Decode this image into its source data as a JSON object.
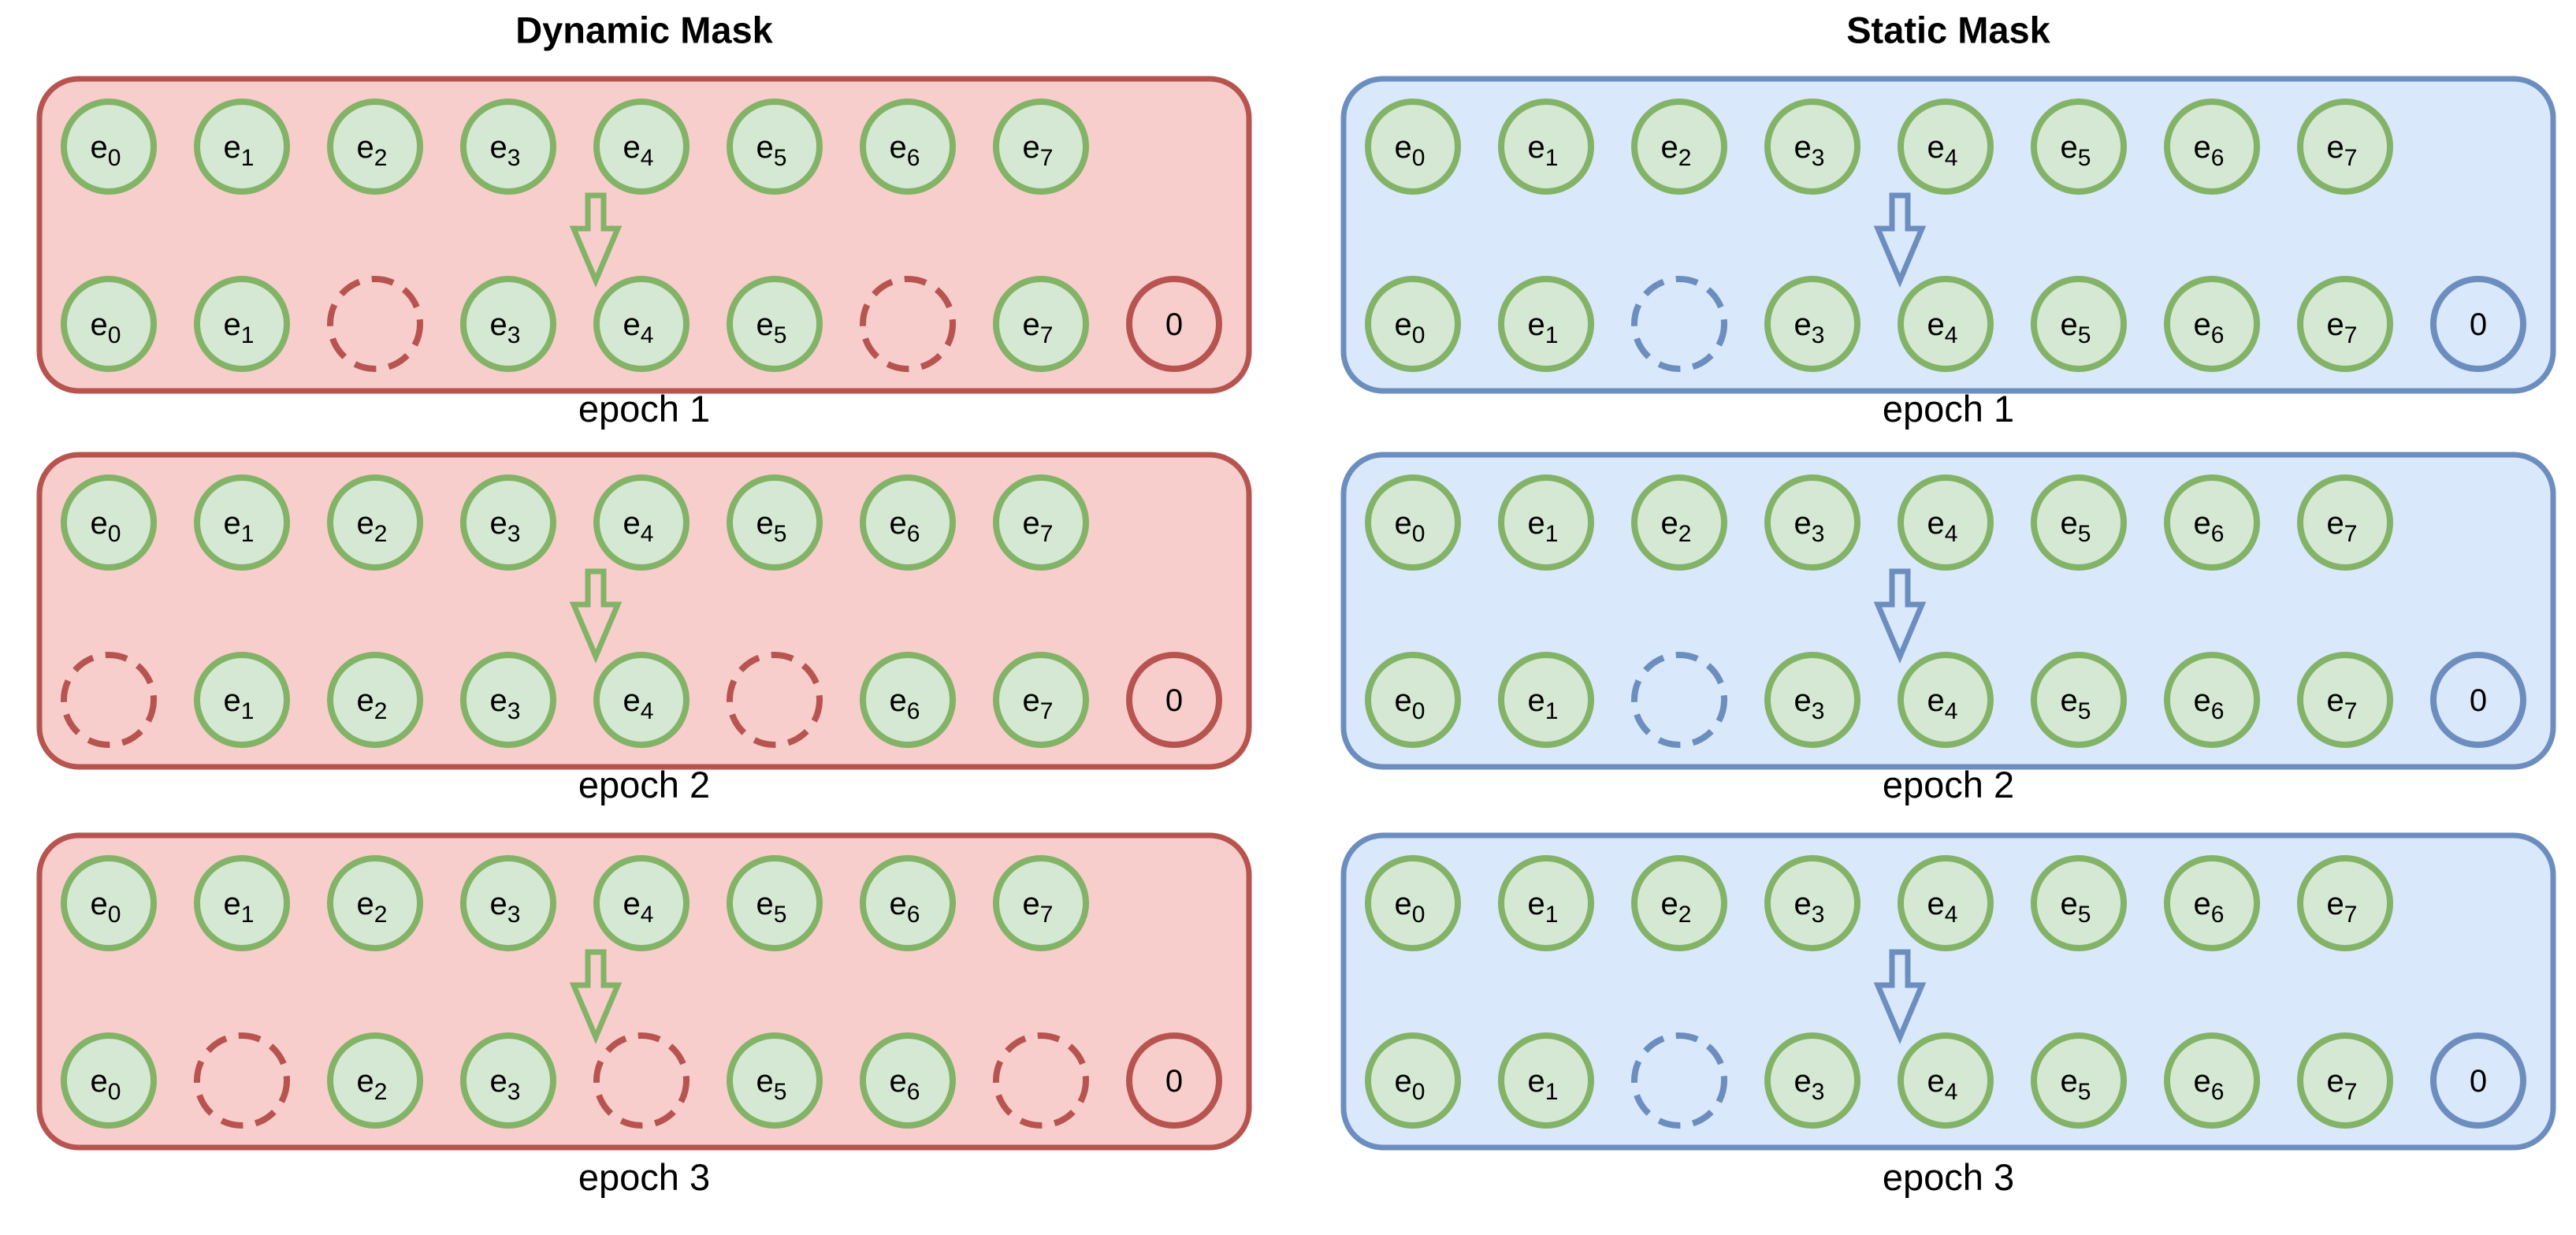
{
  "colors": {
    "dynamic_fill": "#f8cecc",
    "dynamic_stroke": "#b85450",
    "static_fill": "#dae8fc",
    "static_stroke": "#6c8ebf",
    "token_fill": "#d5e8d4",
    "token_stroke": "#82b366"
  },
  "panels": [
    {
      "title": "Dynamic Mask",
      "theme": "dynamic",
      "epochs": [
        {
          "label": "epoch 1",
          "input_tokens": [
            "0",
            "1",
            "2",
            "3",
            "4",
            "5",
            "6",
            "7"
          ],
          "output_tokens": [
            "0",
            "1",
            null,
            "3",
            "4",
            "5",
            null,
            "7"
          ],
          "pad_label": "0"
        },
        {
          "label": "epoch 2",
          "input_tokens": [
            "0",
            "1",
            "2",
            "3",
            "4",
            "5",
            "6",
            "7"
          ],
          "output_tokens": [
            null,
            "1",
            "2",
            "3",
            "4",
            null,
            "6",
            "7"
          ],
          "pad_label": "0"
        },
        {
          "label": "epoch 3",
          "input_tokens": [
            "0",
            "1",
            "2",
            "3",
            "4",
            "5",
            "6",
            "7"
          ],
          "output_tokens": [
            "0",
            null,
            "2",
            "3",
            null,
            "5",
            "6",
            null
          ],
          "pad_label": "0"
        }
      ]
    },
    {
      "title": "Static Mask",
      "theme": "static",
      "epochs": [
        {
          "label": "epoch 1",
          "input_tokens": [
            "0",
            "1",
            "2",
            "3",
            "4",
            "5",
            "6",
            "7"
          ],
          "output_tokens": [
            "0",
            "1",
            null,
            "3",
            "4",
            "5",
            "6",
            "7"
          ],
          "pad_label": "0"
        },
        {
          "label": "epoch 2",
          "input_tokens": [
            "0",
            "1",
            "2",
            "3",
            "4",
            "5",
            "6",
            "7"
          ],
          "output_tokens": [
            "0",
            "1",
            null,
            "3",
            "4",
            "5",
            "6",
            "7"
          ],
          "pad_label": "0"
        },
        {
          "label": "epoch 3",
          "input_tokens": [
            "0",
            "1",
            "2",
            "3",
            "4",
            "5",
            "6",
            "7"
          ],
          "output_tokens": [
            "0",
            "1",
            null,
            "3",
            "4",
            "5",
            "6",
            "7"
          ],
          "pad_label": "0"
        }
      ]
    }
  ]
}
